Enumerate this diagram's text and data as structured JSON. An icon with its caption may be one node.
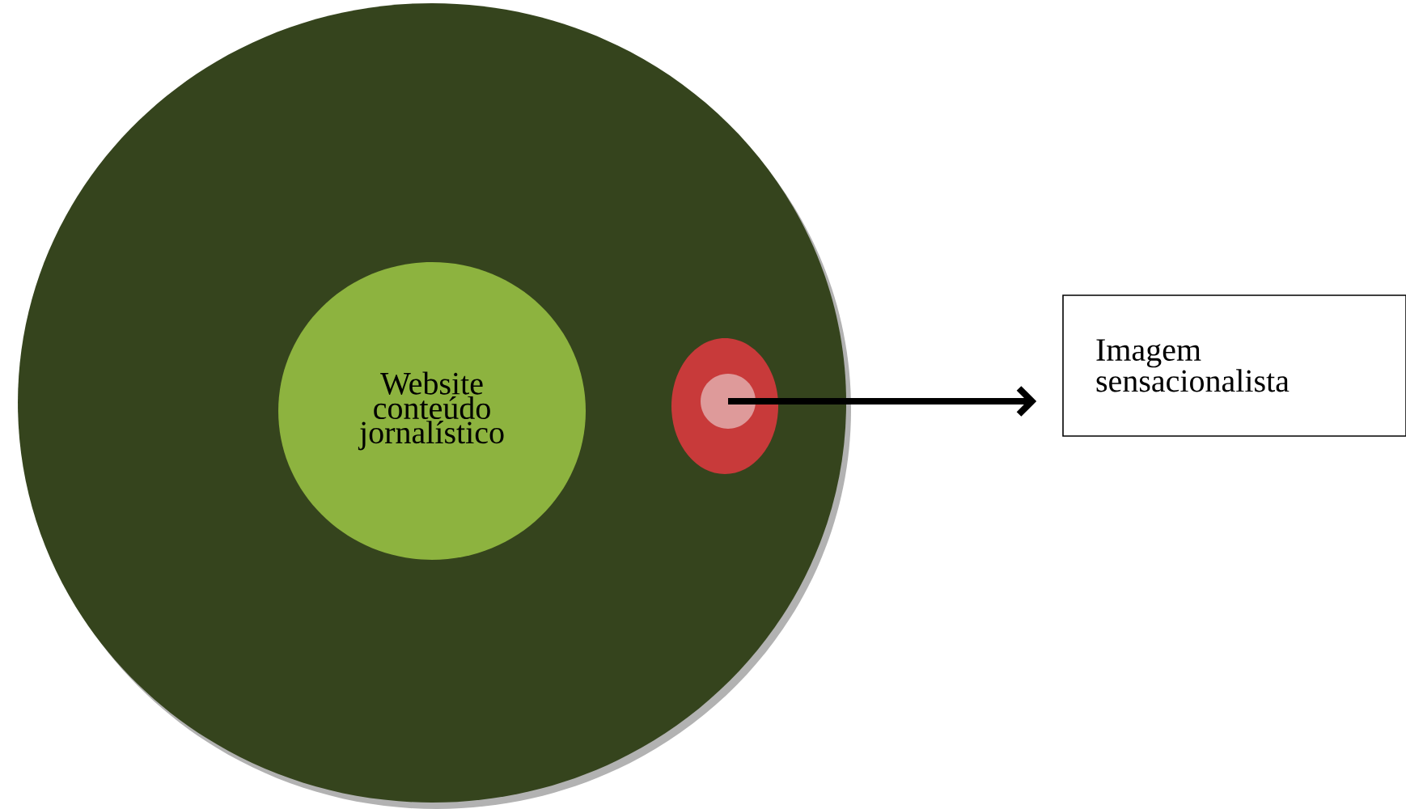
{
  "diagram": {
    "nodes": [
      {
        "text": [],
        "shape": "circle"
      },
      {
        "text": [
          "Website conteúdo jornalístico"
        ],
        "in": 0
      },
      {
        "text": [],
        "shape": "circle",
        "in": 0
      },
      {
        "text": [],
        "shape": "circle",
        "in": 2
      },
      {
        "text": [
          "Imagem sensacionalista"
        ]
      }
    ],
    "edges": [
      {
        "from": 3,
        "to": 4,
        "arrow": "to"
      }
    ]
  }
}
